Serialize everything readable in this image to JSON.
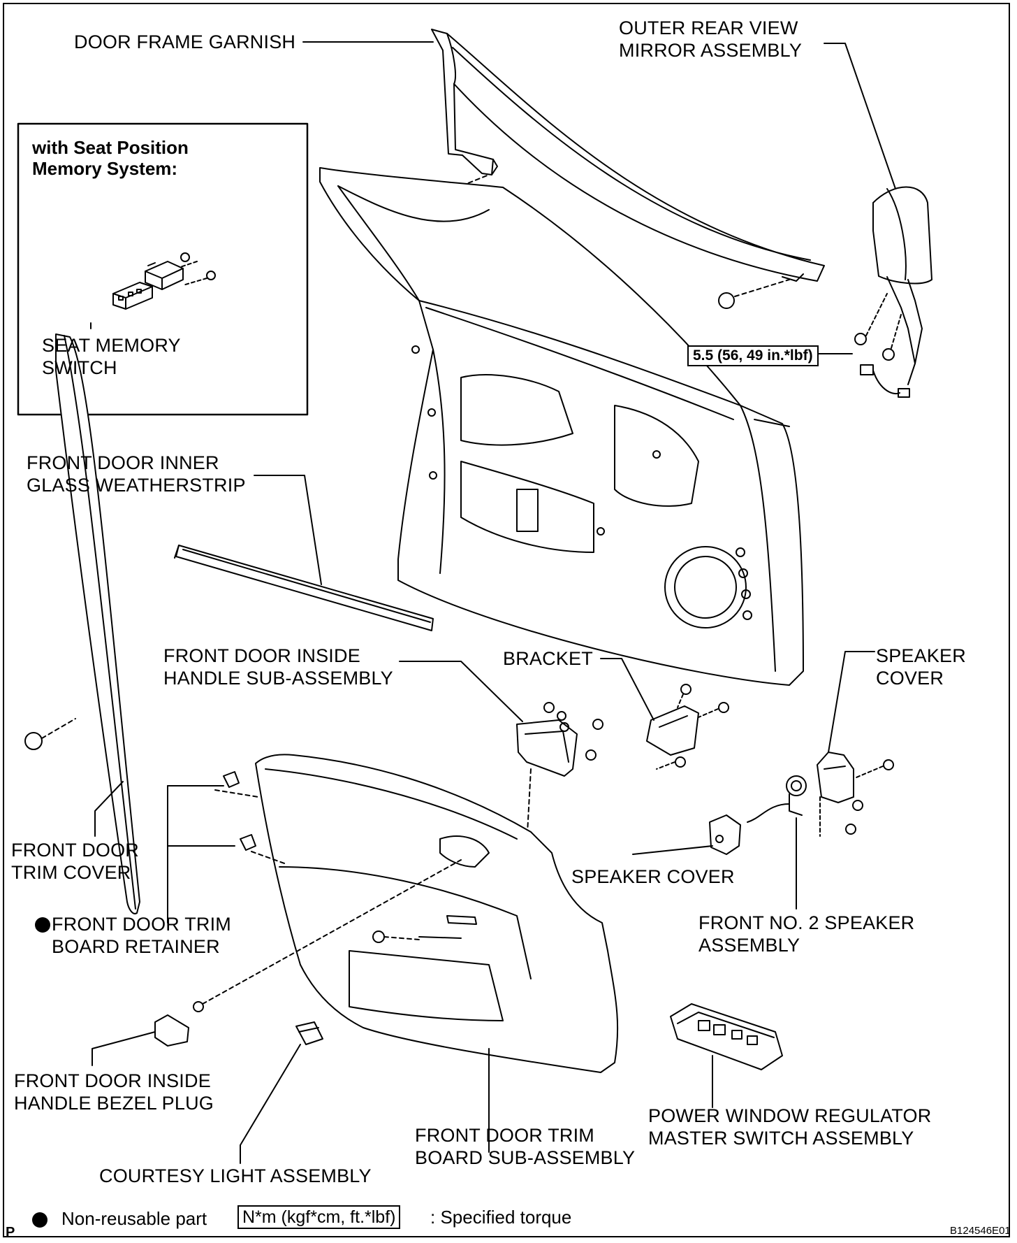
{
  "labels": {
    "door_frame_garnish": [
      "DOOR FRAME GARNISH"
    ],
    "outer_mirror": [
      "OUTER REAR VIEW",
      "MIRROR ASSEMBLY"
    ],
    "inner_weatherstrip": [
      "FRONT DOOR INNER",
      "GLASS WEATHERSTRIP"
    ],
    "seat_memory_switch": [
      "SEAT MEMORY",
      "SWITCH"
    ],
    "inside_handle": [
      "FRONT DOOR INSIDE",
      "HANDLE SUB-ASSEMBLY"
    ],
    "bracket": [
      "BRACKET"
    ],
    "speaker_cover_top": [
      "SPEAKER",
      "COVER"
    ],
    "trim_cover": [
      "FRONT DOOR",
      "TRIM COVER"
    ],
    "trim_board_retainer": [
      "FRONT DOOR TRIM",
      "BOARD RETAINER"
    ],
    "speaker_cover_mid": [
      "SPEAKER COVER"
    ],
    "no2_speaker": [
      "FRONT NO. 2 SPEAKER",
      "ASSEMBLY"
    ],
    "bezel_plug": [
      "FRONT DOOR INSIDE",
      "HANDLE BEZEL PLUG"
    ],
    "trim_board": [
      "FRONT DOOR TRIM",
      "BOARD SUB-ASSEMBLY"
    ],
    "master_switch": [
      "POWER WINDOW REGULATOR",
      "MASTER SWITCH ASSEMBLY"
    ],
    "courtesy_light": [
      "COURTESY LIGHT ASSEMBLY"
    ]
  },
  "inset_box": {
    "title_lines": [
      "with Seat Position",
      "Memory System:"
    ]
  },
  "torque_spec": "5.5 (56, 49 in.*lbf)",
  "legend": {
    "non_reusable": "Non-reusable part",
    "torque_units": "N*m (kgf*cm, ft.*lbf)",
    "torque_desc": ": Specified torque"
  },
  "figure_code": "B124546E01",
  "page_mark": "P"
}
